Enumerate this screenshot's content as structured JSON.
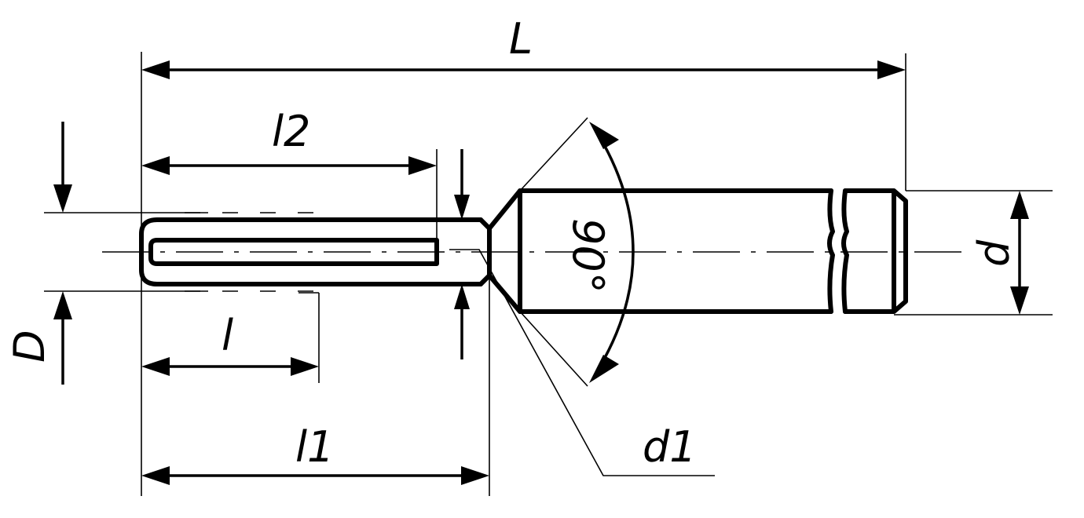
{
  "labels": {
    "overall_length": "L",
    "slot_length": "l2",
    "length": "l",
    "length_to_cone": "l1",
    "outer_diameter": "D",
    "shank_diameter": "d",
    "cone_diameter": "d1",
    "cone_angle": "90°"
  }
}
